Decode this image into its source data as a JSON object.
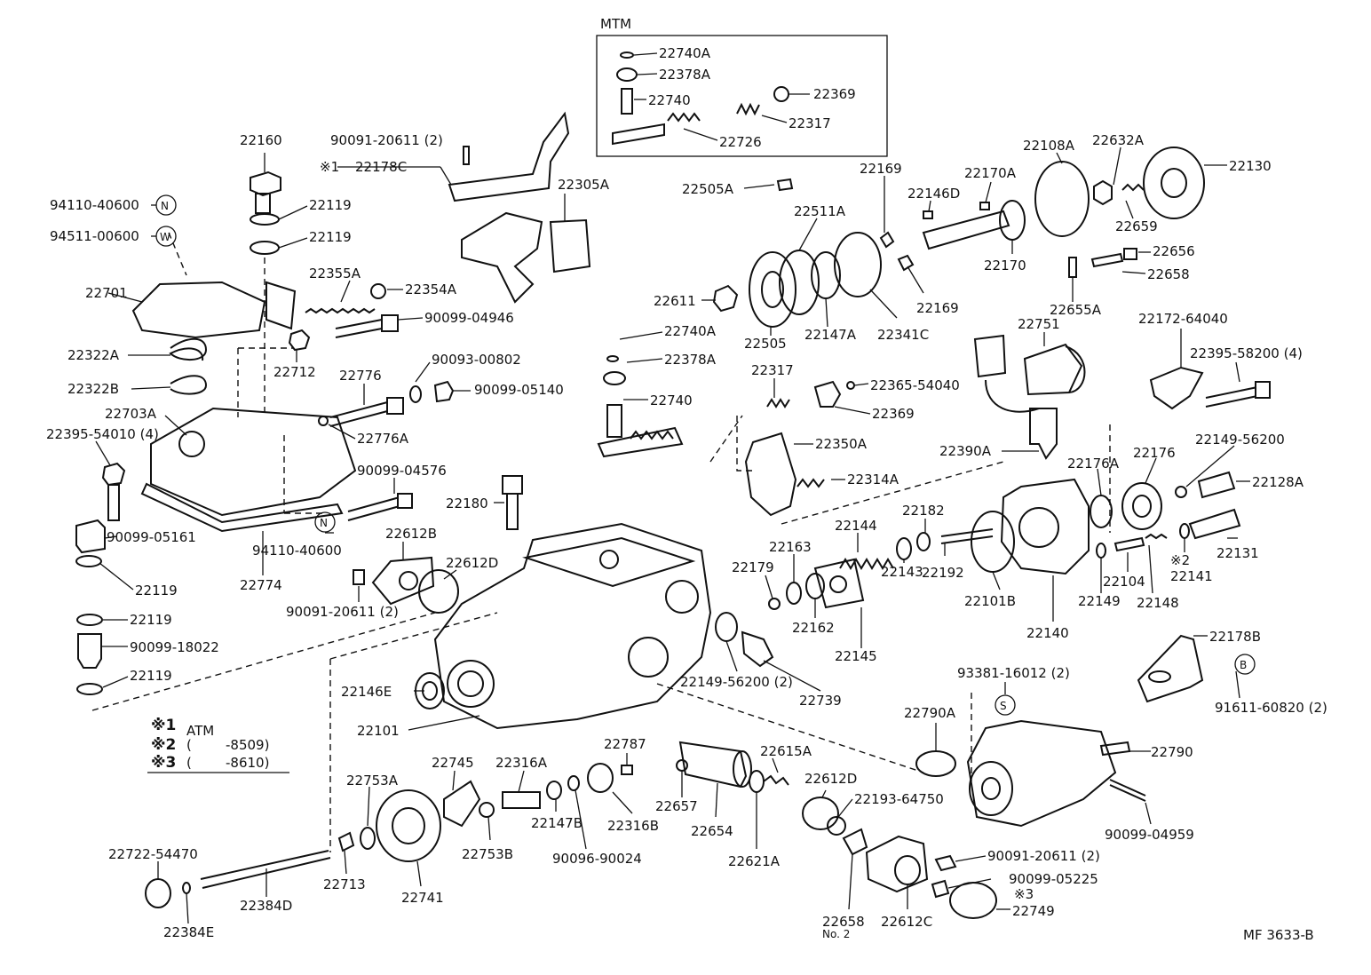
{
  "mtm_box": {
    "title": "MTM",
    "labels": [
      "22740A",
      "22378A",
      "22740",
      "22369",
      "22317",
      "22726"
    ]
  },
  "labels": {
    "p22160": "22160",
    "p22119a": "22119",
    "p22119b": "22119",
    "p94110_40600_n": "94110-40600",
    "p94511_00600_w": "94511-00600",
    "p90091_20611_top": "90091-20611 (2)",
    "p22178c": "22178C",
    "p22305a": "22305A",
    "p22355a": "22355A",
    "p22354a": "22354A",
    "p22701": "22701",
    "p90099_04946": "90099-04946",
    "p22322a": "22322A",
    "p22712": "22712",
    "p90093_00802": "90093-00802",
    "p22322b": "22322B",
    "p22776": "22776",
    "p90099_05140": "90099-05140",
    "p22703a": "22703A",
    "p22395_54010": "22395-54010 (4)",
    "p22776a": "22776A",
    "p90099_04576": "90099-04576",
    "p90099_05161": "90099-05161",
    "p94110_40600_b": "94110-40600",
    "p22119c": "22119",
    "p22774": "22774",
    "p22180": "22180",
    "p22612b": "22612B",
    "p22612d_a": "22612D",
    "p90091_20611_mid": "90091-20611 (2)",
    "p22119d": "22119",
    "p90099_18022": "90099-18022",
    "p22119e": "22119",
    "p22505a": "22505A",
    "p22511a": "22511A",
    "p22169a": "22169",
    "p22170a": "22170A",
    "p22146d": "22146D",
    "p22108a": "22108A",
    "p22632a": "22632A",
    "p22130": "22130",
    "p22659": "22659",
    "p22656": "22656",
    "p22658": "22658",
    "p22170": "22170",
    "p22611": "22611",
    "p22169b": "22169",
    "p22505": "22505",
    "p22147a": "22147A",
    "p22341c": "22341C",
    "p22655a": "22655A",
    "p22740a": "22740A",
    "p22378a": "22378A",
    "p22751": "22751",
    "p22172_64040": "22172-64040",
    "p22317": "22317",
    "p22365_54040": "22365-54040",
    "p22395_58200": "22395-58200 (4)",
    "p22740": "22740",
    "p22369": "22369",
    "p22350a": "22350A",
    "p22390a": "22390A",
    "p22149_56200a": "22149-56200",
    "p22176a": "22176A",
    "p22176": "22176",
    "p22128a": "22128A",
    "p22314a": "22314A",
    "p22144": "22144",
    "p22182": "22182",
    "p22163": "22163",
    "p22179": "22179",
    "p22192": "22192",
    "p22143": "22143",
    "p22104": "22104",
    "p22141": "22141",
    "p22131": "22131",
    "p22101b": "22101B",
    "p22149": "22149",
    "p22148": "22148",
    "p22162": "22162",
    "p22140": "22140",
    "p22145": "22145",
    "p22178b": "22178B",
    "p22149_56200b": "22149-56200 (2)",
    "p22739": "22739",
    "p93381_16012": "93381-16012 (2)",
    "p91611_60820": "91611-60820 (2)",
    "p22146e": "22146E",
    "p22790a": "22790A",
    "p22101": "22101",
    "p22790": "22790",
    "p22787": "22787",
    "p22615a": "22615A",
    "p22745": "22745",
    "p22316a": "22316A",
    "p22753a": "22753A",
    "p22612d_b": "22612D",
    "p22193_64750": "22193-64750",
    "p22147b": "22147B",
    "p22657": "22657",
    "p22316b": "22316B",
    "p22654": "22654",
    "p90099_04959": "90099-04959",
    "p22753b": "22753B",
    "p90096_90024": "90096-90024",
    "p22621a": "22621A",
    "p22722_54470": "22722-54470",
    "p90091_20611_bot": "90091-20611 (2)",
    "p22713": "22713",
    "p22741": "22741",
    "p90099_05225": "90099-05225",
    "p22384d": "22384D",
    "p22749": "22749",
    "p22384e": "22384E",
    "p22658_no2": "22658",
    "no2": "No. 2",
    "p22612c": "22612C"
  },
  "symbols": {
    "n_circle": "N",
    "w_circle": "W",
    "b_circle": "B",
    "s_circle": "S",
    "note1_mark": "※1",
    "note2_mark": "※2",
    "note3_mark": "※3"
  },
  "notes": [
    {
      "mark": "※1",
      "text": "ATM"
    },
    {
      "mark": "※2",
      "text": "(        -8509)"
    },
    {
      "mark": "※3",
      "text": "(        -8610)"
    }
  ],
  "footer": {
    "ref": "MF 3633-B"
  }
}
